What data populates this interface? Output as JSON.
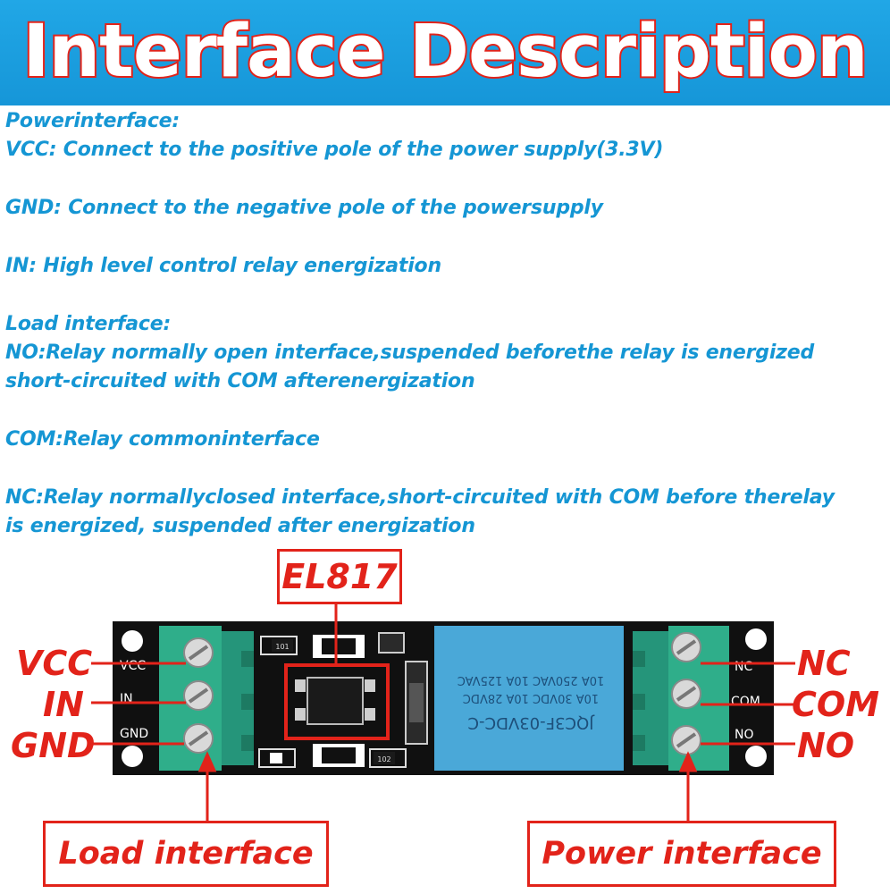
{
  "header": {
    "title": "Interface Description"
  },
  "description": {
    "power_heading": "Powerinterface:",
    "vcc": "VCC: Connect to the positive pole of the power supply(3.3V)",
    "gnd": "GND: Connect to the negative pole of the powersupply",
    "in": "IN: High level control relay energization",
    "load_heading": "Load interface:",
    "no_line1": "NO:Relay normally open interface,suspended beforethe relay is energized",
    "no_line2": "short-circuited with COM afterenergization",
    "com": "COM:Relay commoninterface",
    "nc_line1": "NC:Relay normallyclosed interface,short-circuited with COM before therelay",
    "nc_line2": "is energized, suspended after energization"
  },
  "diagram": {
    "chip_label": "EL817",
    "left_pins": [
      "VCC",
      "IN",
      "GND"
    ],
    "right_pins": [
      "NC",
      "COM",
      "NO"
    ],
    "left_silk": [
      "VCC",
      "IN",
      "GND"
    ],
    "right_silk": [
      "NC",
      "COM",
      "NO"
    ],
    "left_caption": "Load interface",
    "right_caption": "Power interface",
    "relay_text": [
      "JQC3F-03VDC-C",
      "10A 30VDC 10A 28VDC",
      "10A 250VAC 10A 125VAC"
    ],
    "resistor_text": [
      "101",
      "102"
    ],
    "colors": {
      "label_red": "#e2231a",
      "text_blue": "#1596d4",
      "banner_blue": "#1b9fe0",
      "terminal_green": "#2fae8a",
      "relay_blue": "#4aa8d8"
    }
  }
}
